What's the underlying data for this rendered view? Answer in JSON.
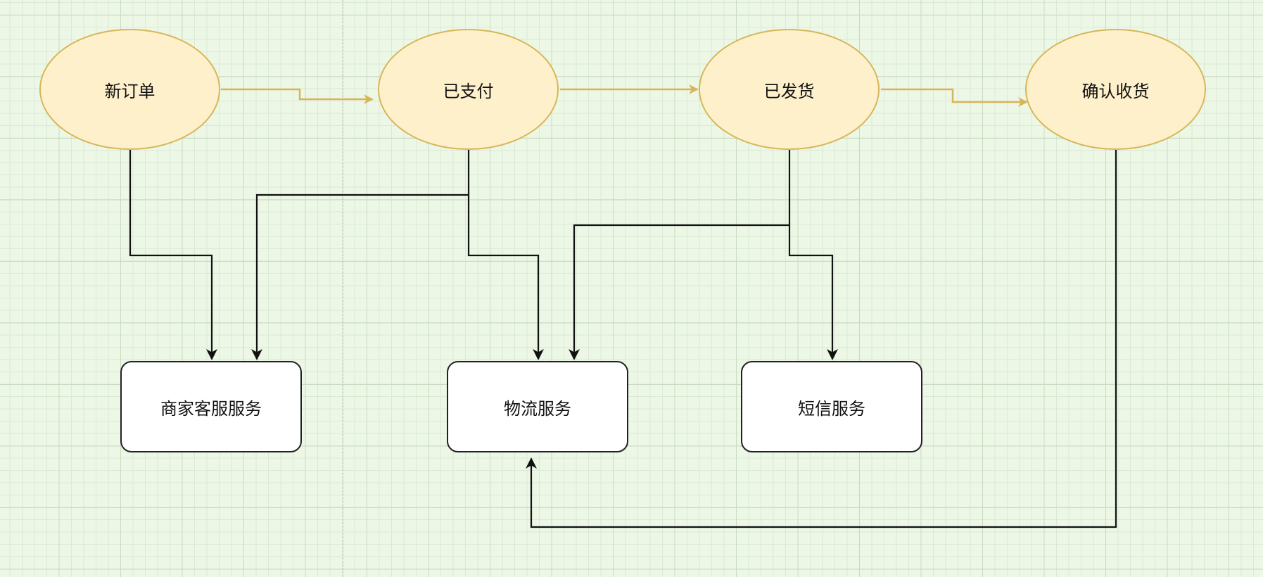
{
  "states": [
    {
      "id": "new",
      "label": "新订单"
    },
    {
      "id": "paid",
      "label": "已支付"
    },
    {
      "id": "shipped",
      "label": "已发货"
    },
    {
      "id": "received",
      "label": "确认收货"
    }
  ],
  "services": [
    {
      "id": "merchant",
      "label": "商家客服服务"
    },
    {
      "id": "logistics",
      "label": "物流服务"
    },
    {
      "id": "sms",
      "label": "短信服务"
    }
  ],
  "colors": {
    "canvas_bg": "#ecf7e6",
    "state_fill": "#fff0cc",
    "state_stroke": "#d7b659",
    "flow_edge": "#d7b659",
    "service_stroke": "#222222",
    "service_edge": "#222222"
  }
}
